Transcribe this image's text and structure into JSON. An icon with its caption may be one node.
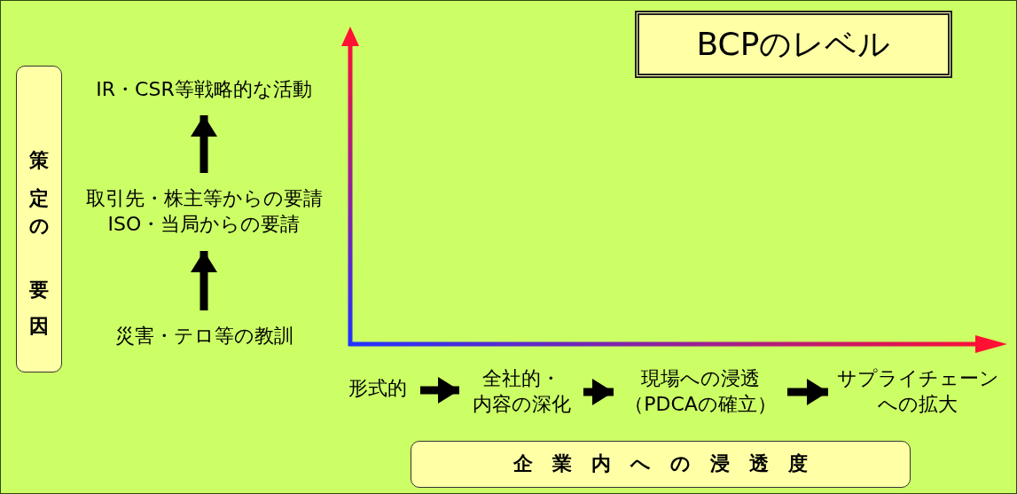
{
  "diagram": {
    "nodes": [
      {
        "text": [
          "BCPのレベル"
        ]
      },
      {
        "text": [
          "策定の要因"
        ]
      },
      {
        "text": [
          "IR・CSR等戦略的な活動"
        ]
      },
      {
        "text": [
          "取引先・株主等からの要請",
          "ISO・当局からの要請"
        ]
      },
      {
        "text": [
          "災害・テロ等の教訓"
        ]
      },
      {
        "text": [
          "形式的"
        ]
      },
      {
        "text": [
          "全社的・内容の深化"
        ]
      },
      {
        "text": [
          "現場への浸透（PDCAの確立）"
        ]
      },
      {
        "text": [
          "サプライチェーンへの拡大"
        ]
      },
      {
        "text": [
          "企業内への浸透度"
        ]
      }
    ],
    "edges": [
      {
        "from": 4,
        "to": 3,
        "arrow": "to"
      },
      {
        "from": 3,
        "to": 2,
        "arrow": "to"
      },
      {
        "from": 5,
        "to": 6,
        "arrow": "to"
      },
      {
        "from": 6,
        "to": 7,
        "arrow": "to"
      },
      {
        "from": 7,
        "to": 8,
        "arrow": "to"
      }
    ]
  }
}
